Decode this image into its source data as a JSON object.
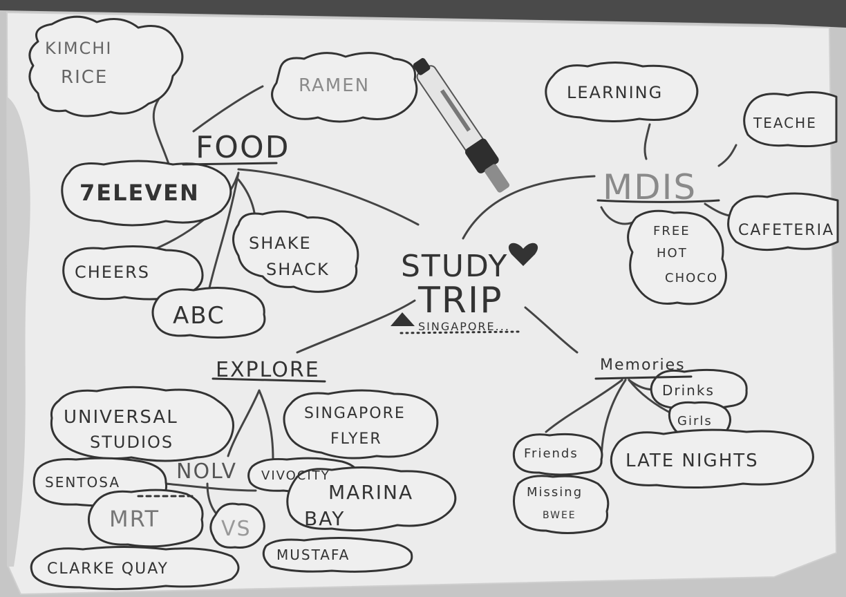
{
  "center": {
    "line1": "STUDY",
    "line2": "TRIP",
    "sub": "SINGAPORE..."
  },
  "branches": {
    "food": {
      "label": "FOOD",
      "items": [
        "KIMCHI",
        "RICE",
        "RAMEN",
        "7ELEVEN",
        "SHAKE",
        "SHACK",
        "CHEERS",
        "ABC"
      ]
    },
    "mdis": {
      "label": "MDIS",
      "items": [
        "LEARNING",
        "TEACHE",
        "CAFETERIA",
        "FREE",
        "HOT",
        "CHOCO"
      ]
    },
    "explore": {
      "label": "EXPLORE",
      "items": [
        "UNIVERSAL",
        "STUDIOS",
        "SINGAPORE",
        "FLYER",
        "SENTOSA",
        "NOLV",
        "VIVOCITY",
        "MRT",
        "VS",
        "MARINA",
        "BAY",
        "CLARKE QUAY",
        "MUSTAFA"
      ]
    },
    "memories": {
      "label": "Memories",
      "items": [
        "Drinks",
        "Girls",
        "Friends",
        "LATE NIGHTS",
        "Missing",
        "BWEE"
      ]
    }
  },
  "colors": {
    "paper": "#efefef",
    "ink": "#3a3a3a",
    "light_ink": "#8a8a8a",
    "shadow": "#b8b8b8",
    "marker_body": "#e4e4e4",
    "marker_cap": "#2e2e2e"
  }
}
